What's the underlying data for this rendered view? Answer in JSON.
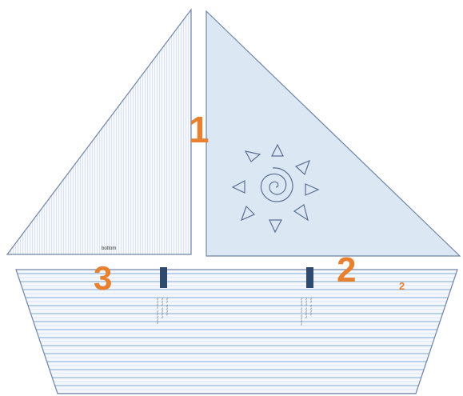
{
  "labels": {
    "one": "1",
    "two": "2",
    "three": "3",
    "small_two": "2",
    "bottom_caption": "bottom"
  },
  "hull_text": {
    "left_lines": [
      "~~~~ ~~~~~",
      "~~~ ~~~~",
      "~~ ~~~~"
    ],
    "right_lines": [
      "~~~ ~~ ~~~~",
      "~~~ ~~~~",
      "~~ ~~~~"
    ]
  },
  "colors": {
    "accent_orange": "#e8812f",
    "sail_right_fill": "#dbe6f4",
    "sail_left_fill": "#f3f6fb",
    "outline": "#5a6f93",
    "hull_stripe": "#8fb3dc",
    "post": "#2f4a6e"
  },
  "icons": {
    "sun": "sun-spiral-icon"
  }
}
